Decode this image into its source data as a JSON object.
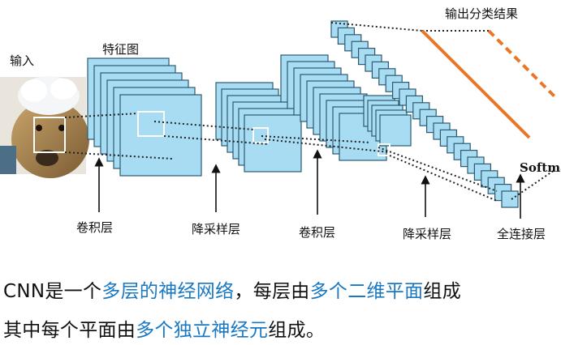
{
  "diagram": {
    "labels": {
      "input": "输入",
      "feature_map": "特征图",
      "conv1": "卷积层",
      "pool1": "降采样层",
      "conv2": "卷积层",
      "pool2": "降采样层",
      "fc": "全连接层",
      "output": "输出分类结果",
      "softmax": "Softmax"
    },
    "colors": {
      "map_fill": "#a8dcf3",
      "map_stroke": "#2b5a72",
      "output_line": "#e8772a"
    }
  },
  "caption": {
    "line1": [
      {
        "text": "CNN是一个",
        "highlight": false
      },
      {
        "text": "多层的神经网络",
        "highlight": true
      },
      {
        "text": "，每层由",
        "highlight": false
      },
      {
        "text": "多个二维平面",
        "highlight": true
      },
      {
        "text": "组成",
        "highlight": false
      }
    ],
    "line2": [
      {
        "text": "其中每个平面由",
        "highlight": false
      },
      {
        "text": "多个独立神经元",
        "highlight": true
      },
      {
        "text": "组成。",
        "highlight": false
      }
    ]
  }
}
